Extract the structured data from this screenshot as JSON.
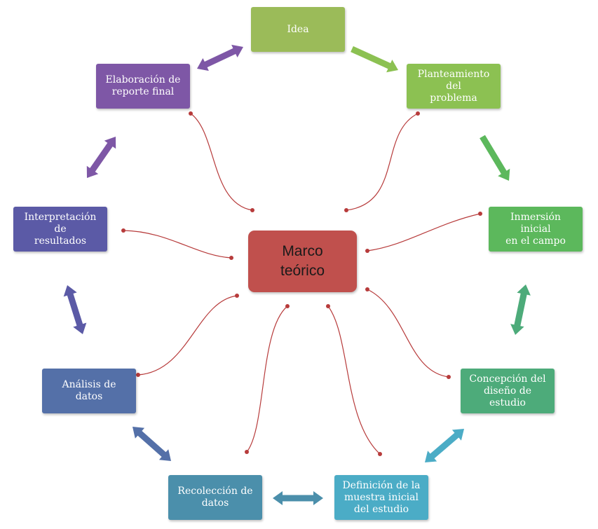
{
  "center": {
    "label": "Marco\nteórico",
    "color": "#c0504d"
  },
  "nodes": [
    {
      "id": "idea",
      "label": "Idea",
      "color": "#9bbb59"
    },
    {
      "id": "planteamiento",
      "label": "Planteamiento del\nproblema",
      "color": "#8cc152"
    },
    {
      "id": "inmersion",
      "label": "Inmersión inicial\nen el campo",
      "color": "#5cb85c"
    },
    {
      "id": "concepcion",
      "label": "Concepción del\ndiseño de estudio",
      "color": "#4dab7a"
    },
    {
      "id": "definicion",
      "label": "Definición de la\nmuestra inicial\ndel estudio",
      "color": "#4bacc6"
    },
    {
      "id": "recoleccion",
      "label": "Recolección de\ndatos",
      "color": "#4b8fab"
    },
    {
      "id": "analisis",
      "label": "Análisis de datos",
      "color": "#5470a8"
    },
    {
      "id": "interpretacion",
      "label": "Interpretación de\nresultados",
      "color": "#5b5aa6"
    },
    {
      "id": "elaboracion",
      "label": "Elaboración de\nreporte final",
      "color": "#7e57a6"
    }
  ],
  "connector_color": "#b73b3b"
}
